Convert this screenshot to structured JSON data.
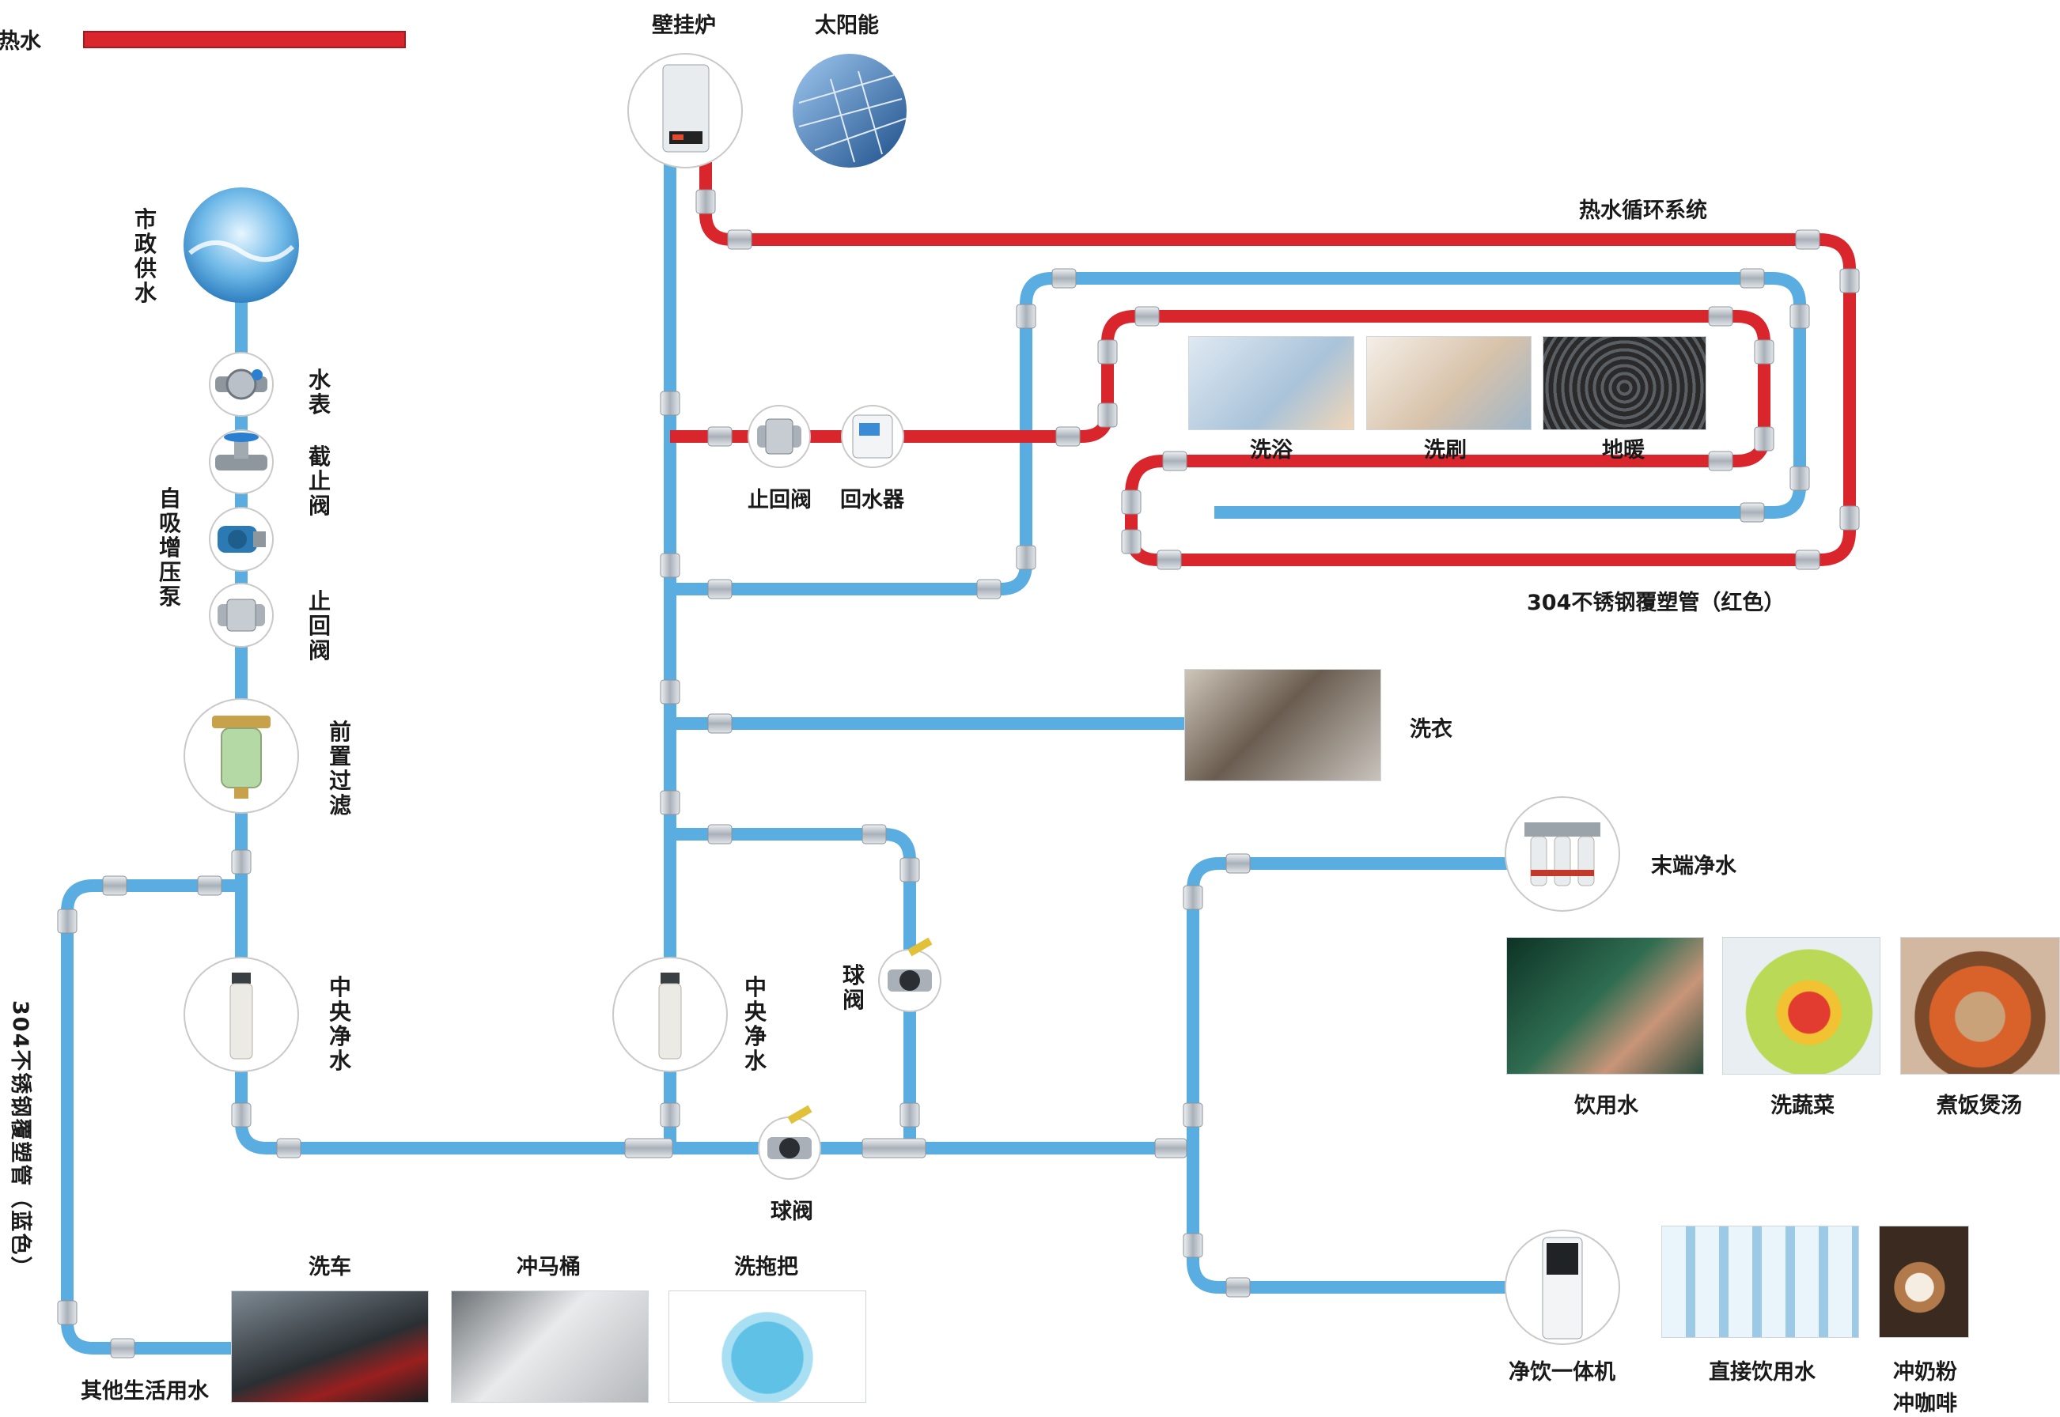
{
  "colors": {
    "cold_pipe": "#5aade0",
    "hot_pipe": "#d9262c",
    "fitting": "#c3c8ce"
  },
  "legend": {
    "hot_water": "热水"
  },
  "source": {
    "municipal": "市政供水",
    "water_meter": "水表",
    "stop_valve": "截止阀",
    "booster_pump": "自吸增压泵",
    "check_valve": "止回阀",
    "prefilter": "前置过滤",
    "central_purifier": "中央净水"
  },
  "heating": {
    "boiler": "壁挂炉",
    "solar": "太阳能",
    "hot_loop": "热水循环系统",
    "check_valve": "止回阀",
    "return_device": "回水器",
    "bath": "洗浴",
    "washbasin": "洗刷",
    "floor_heating": "地暖",
    "pipe_red": "304不锈钢覆塑管（红色）"
  },
  "central": {
    "purifier": "中央净水",
    "ball_valve_v": "球阀",
    "ball_valve_h": "球阀",
    "laundry": "洗衣"
  },
  "terminal": {
    "end_purifier": "末端净水",
    "drinking": "饮用水",
    "wash_veg": "洗蔬菜",
    "cooking": "煮饭煲汤",
    "dispenser": "净饮一体机",
    "direct_drink": "直接饮用水",
    "coffee_line1": "冲奶粉",
    "coffee_line2": "冲咖啡"
  },
  "other": {
    "pipe_blue": "304不锈钢覆塑管（蓝色）",
    "car_wash": "洗车",
    "toilet": "冲马桶",
    "mop": "洗拖把",
    "other_use": "其他生活用水"
  }
}
